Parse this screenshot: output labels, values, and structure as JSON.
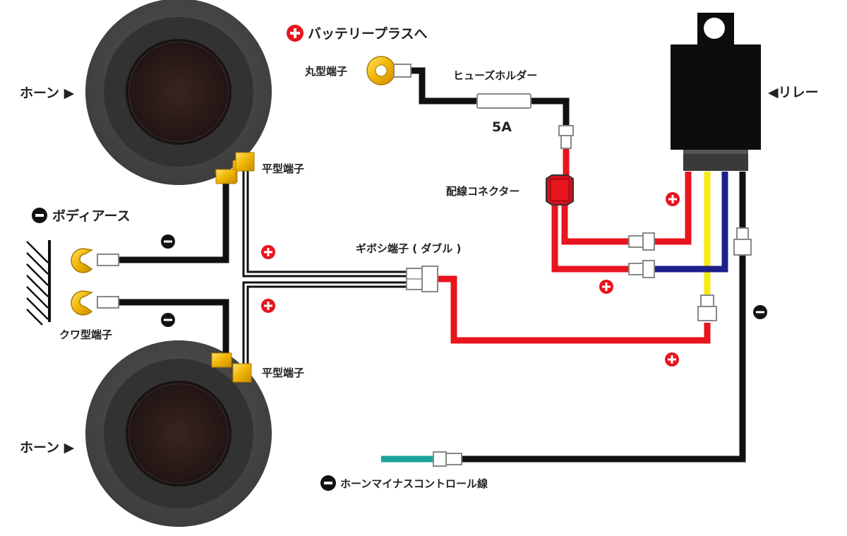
{
  "labels": {
    "horn_top": "ホーン ▶",
    "horn_bottom": "ホーン ▶",
    "relay": "◀リレー",
    "battery_plus": "バッテリープラスへ",
    "round_terminal": "丸型端子",
    "fuse_holder": "ヒューズホルダー",
    "fuse_rating": "5A",
    "wiring_connector": "配線コネクター",
    "flat_terminal_top": "平型端子",
    "flat_terminal_bottom": "平型端子",
    "body_earth": "ボディアース",
    "gibosi_double": "ギボシ端子 ( ダブル )",
    "kuwa_terminal": "クワ型端子",
    "horn_minus_control": "ホーンマイナスコントロール線"
  },
  "signs": {
    "plus": "+",
    "minus": "−"
  },
  "colors": {
    "wire_black": "#111111",
    "wire_red": "#e8141e",
    "wire_yellow": "#f5ea14",
    "wire_blue": "#1c1f8a",
    "wire_teal": "#1aa39a",
    "plus_badge": "#e8141e",
    "terminal_gold": "#f0b400",
    "horn_outer": "#4a4948",
    "horn_inner": "#2e1d1a",
    "relay_body": "#0d0d0d"
  }
}
